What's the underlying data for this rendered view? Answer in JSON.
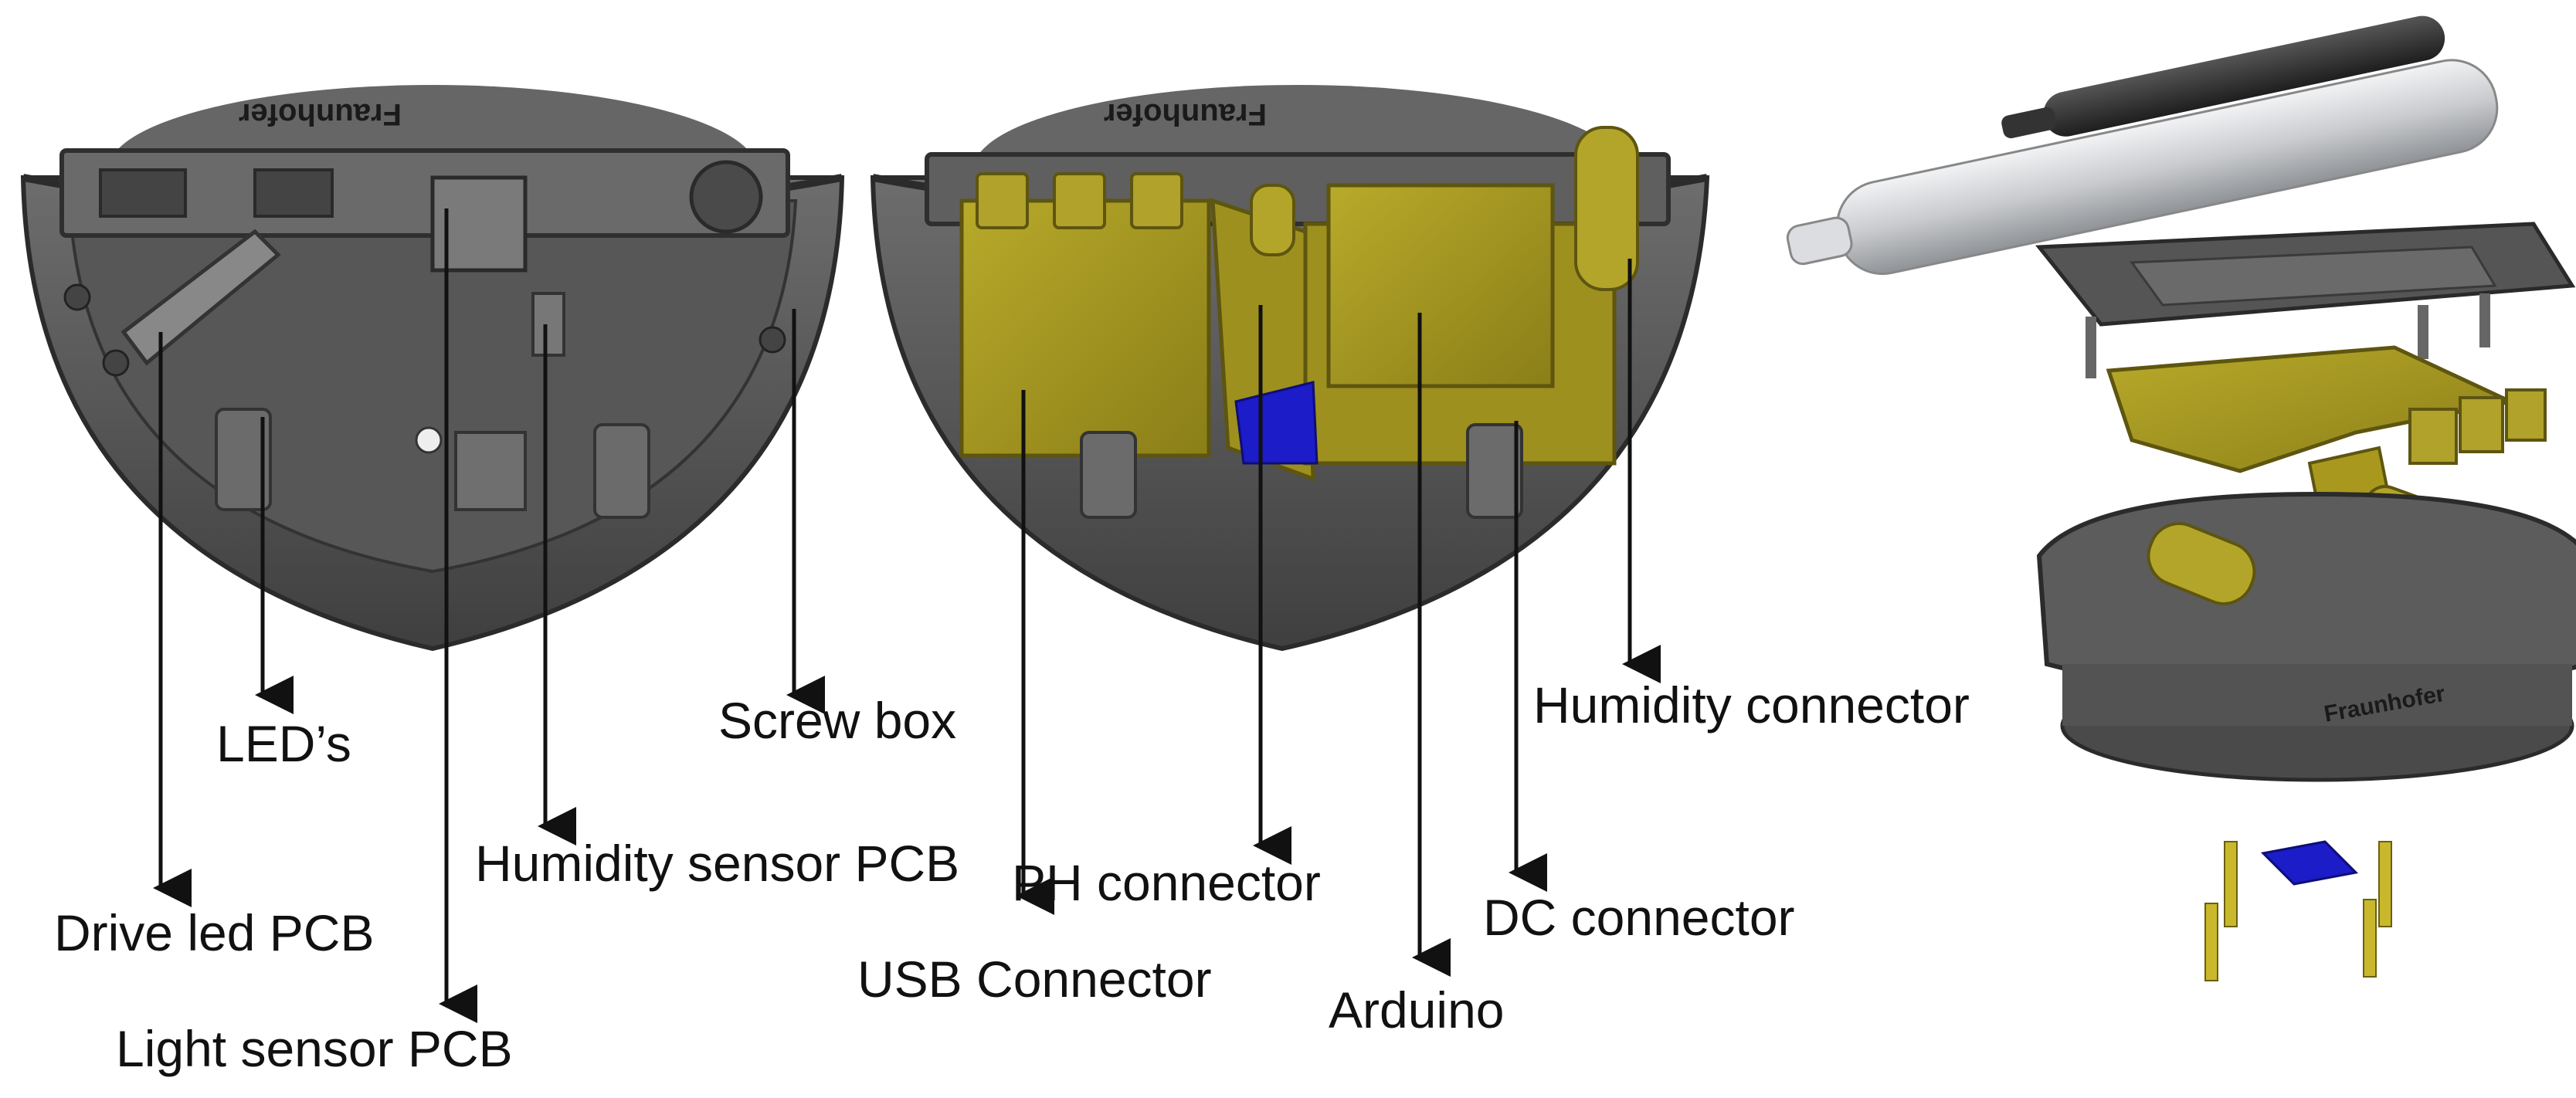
{
  "brand_text": "Fraunhofer",
  "labels": {
    "leds": "LED’s",
    "drive_led_pcb": "Drive led PCB",
    "light_sensor_pcb": "Light sensor PCB",
    "humidity_sensor_pcb": "Humidity sensor PCB",
    "screw_box": "Screw box",
    "usb_connector": "USB Connector",
    "ph_connector": "PH connector",
    "arduino": "Arduino",
    "dc_connector": "DC connector",
    "humidity_connector": "Humidity connector"
  },
  "colors": {
    "housing": "#5a5a5a",
    "housing_dark": "#3a3a3a",
    "pcb": "#a89a1e",
    "pcb_dark": "#7d7214",
    "blue_part": "#1c1cc8",
    "tube_light": "#d8dadd",
    "tube_dark": "#2e2e2e",
    "arrow": "#111111"
  }
}
